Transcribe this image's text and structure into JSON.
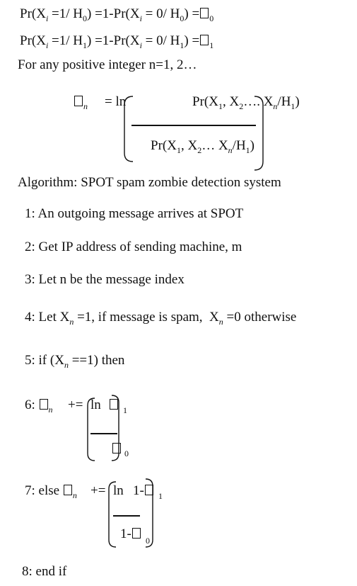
{
  "defs": {
    "line1": {
      "lhs": "Pr(X",
      "i_sub": "i",
      "eq1": "=1/ H",
      "h0": "0",
      "mid": ") =1-Pr(X",
      "eq2": "= 0/ H",
      "h0b": "0",
      "end": ") =",
      "sym_sub": "0"
    },
    "line2": {
      "lhs": "Pr(X",
      "i_sub": "i",
      "eq1": "=1/ H",
      "h1": "1",
      "mid": ") =1-Pr(X",
      "eq2": "= 0/ H",
      "h1b": "1",
      "end": ") =",
      "sym_sub": "1"
    },
    "line3": "For any positive integer n=1, 2…"
  },
  "formula": {
    "lhs_sub": "n",
    "eq": "= ln",
    "num_a": "Pr(X",
    "num_s1": "1",
    "num_b": ", X",
    "num_s2": "2",
    "num_c": "…. X",
    "num_sn": "n",
    "num_d": "/H",
    "num_s3": "1",
    "num_e": ")",
    "den_a": "Pr(X",
    "den_s1": "1",
    "den_b": ", X",
    "den_s2": "2",
    "den_c": "… X",
    "den_sn": "n",
    "den_d": "/H",
    "den_s3": "1",
    "den_e": ")"
  },
  "algorithm": {
    "title": "Algorithm: SPOT spam zombie detection system",
    "s1": "1: An outgoing message arrives at SPOT",
    "s2": "2: Get IP address of sending machine, m",
    "s3": "3: Let n be the message index",
    "s4a": "4: Let X",
    "s4sub": "n",
    "s4b": "=1, if message is spam,",
    "s4c": "X",
    "s4sub2": "n",
    "s4d": "=0 otherwise",
    "s5a": "5: if (X",
    "s5sub": "n",
    "s5b": "==1) then",
    "s6a": "6:",
    "s6sub": "n",
    "s6op": "+=",
    "s6ln": "ln",
    "s6num": "1",
    "s6den": "0",
    "s7a": "7: else",
    "s7sub": "n",
    "s7op": "+=",
    "s7ln": "ln",
    "s7num": "1-",
    "s7numsub": "1",
    "s7den": "1-",
    "s7densub": "0",
    "s8": "8: end if"
  }
}
